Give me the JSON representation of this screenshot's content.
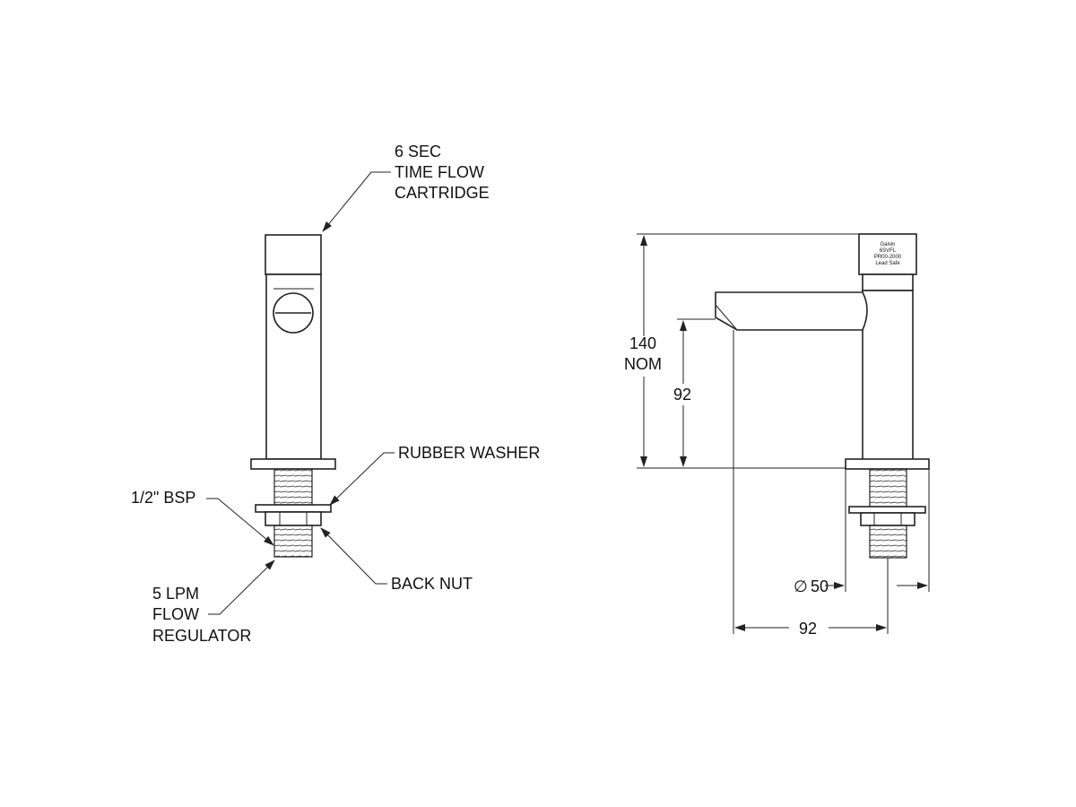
{
  "labels": {
    "cartridge": [
      "6 SEC",
      "TIME FLOW",
      "CARTRIDGE"
    ],
    "rubber_washer": "RUBBER WASHER",
    "bsp": "1/2\" BSP",
    "back_nut": "BACK NUT",
    "regulator": [
      "5 LPM",
      "FLOW",
      "REGULATOR"
    ]
  },
  "dimensions": {
    "overall_height": [
      "140",
      "NOM"
    ],
    "spout_height": "92",
    "base_diameter_symbol": "∅",
    "base_diameter": "50",
    "spout_reach": "92"
  },
  "cartridge_marking": [
    "Galvin",
    "6SVFL",
    "PR00-2000",
    "Lead Safe"
  ]
}
